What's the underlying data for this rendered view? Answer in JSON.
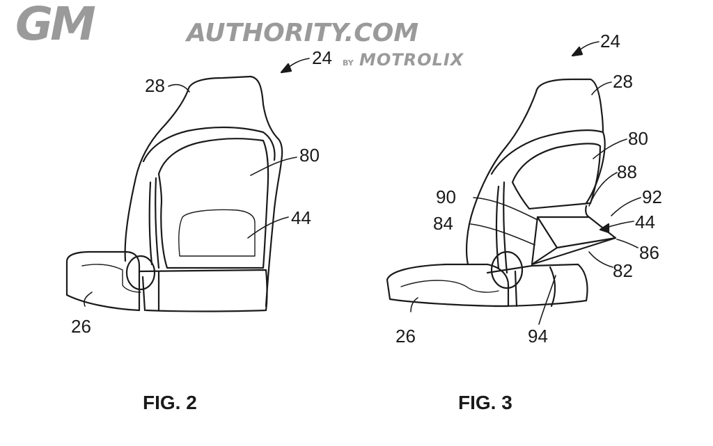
{
  "watermark": {
    "gm": "GM",
    "authority": "AUTHORITY.COM",
    "by": "BY",
    "brand": "MOTROLIX"
  },
  "fig2": {
    "caption": "FIG. 2",
    "labels": {
      "seat": "24",
      "headrest": "28",
      "backrest_panel": "80",
      "lumbar": "44",
      "cushion": "26"
    }
  },
  "fig3": {
    "caption": "FIG. 3",
    "labels": {
      "seat": "24",
      "headrest": "28",
      "backrest_panel": "80",
      "part_88": "88",
      "part_90": "90",
      "part_92": "92",
      "part_84": "84",
      "lumbar": "44",
      "part_86": "86",
      "part_82": "82",
      "cushion": "26",
      "part_94": "94"
    }
  }
}
